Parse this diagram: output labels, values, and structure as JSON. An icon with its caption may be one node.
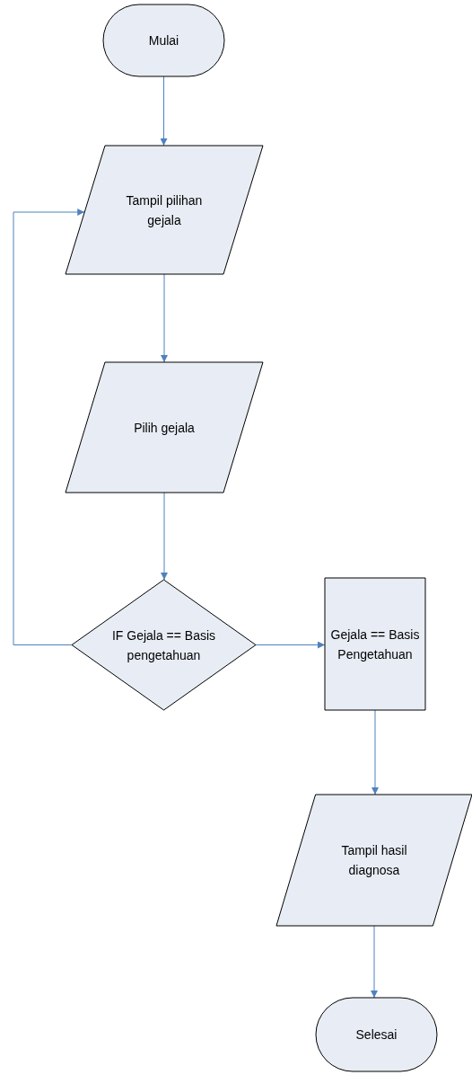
{
  "diagram": {
    "nodes": [
      {
        "text": [
          "Mulai"
        ]
      },
      {
        "text": [
          "Tampil pilihan gejala"
        ]
      },
      {
        "text": [
          "Pilih gejala"
        ]
      },
      {
        "text": [
          "IF Gejala == Basis pengetahuan"
        ]
      },
      {
        "text": [
          "Gejala == Basis Pengetahuan"
        ]
      },
      {
        "text": [
          "Tampil hasil diagnosa"
        ]
      },
      {
        "text": [
          "Selesai"
        ]
      }
    ],
    "edges": [
      {
        "from": 0,
        "to": 1,
        "arrow": "to"
      },
      {
        "from": 1,
        "to": 2,
        "arrow": "to"
      },
      {
        "from": 2,
        "to": 3,
        "arrow": "to"
      },
      {
        "from": 3,
        "to": 1,
        "arrow": "to"
      },
      {
        "from": 3,
        "to": 4,
        "arrow": "to"
      },
      {
        "from": 4,
        "to": 5,
        "arrow": "to"
      },
      {
        "from": 5,
        "to": 6,
        "arrow": "to"
      }
    ]
  }
}
